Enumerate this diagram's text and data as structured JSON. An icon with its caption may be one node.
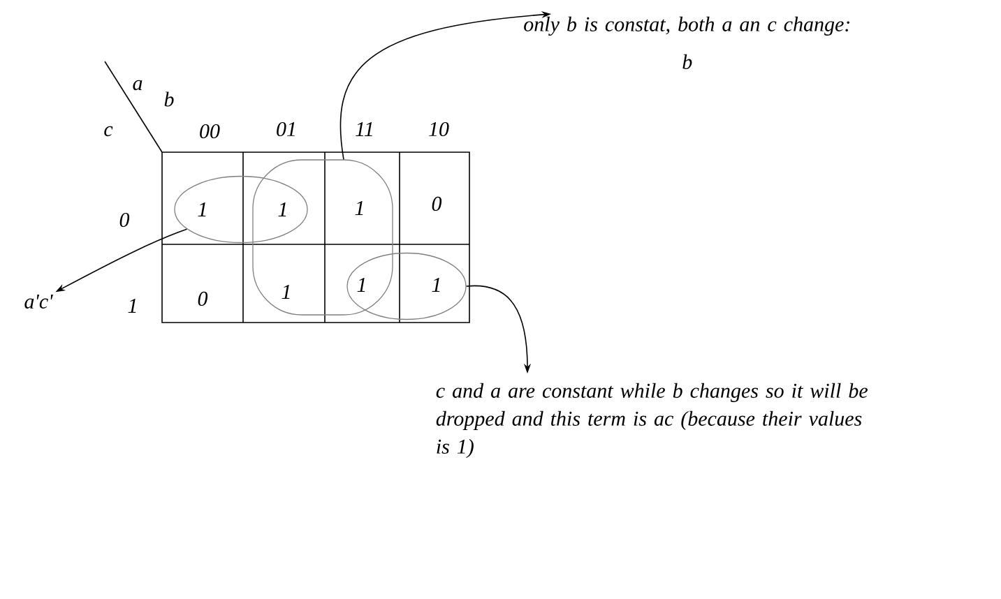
{
  "diagram": {
    "nodes": [
      {
        "text": [],
        "shape": "ellipse"
      },
      {
        "text": [],
        "shape": "box"
      },
      {
        "text": [],
        "shape": "ellipse"
      },
      {
        "text": [
          "a'c'"
        ]
      },
      {
        "text": [
          "only b is constat, both a an c change:",
          "b"
        ]
      },
      {
        "text": [
          "c and a are constant while b changes so it will be dropped and this term is ac (because their values is 1)"
        ]
      }
    ],
    "edges": [
      {
        "from": 1,
        "to": 4,
        "arrow": "to"
      },
      {
        "from": 0,
        "to": 3,
        "arrow": "to"
      },
      {
        "from": 2,
        "to": 5,
        "arrow": "to"
      }
    ],
    "labels": [
      "a",
      "b",
      "c",
      "00",
      "01",
      "11",
      "10",
      "0",
      "1",
      "1",
      "1",
      "0",
      "1",
      "0",
      "1",
      "1",
      "1"
    ]
  }
}
